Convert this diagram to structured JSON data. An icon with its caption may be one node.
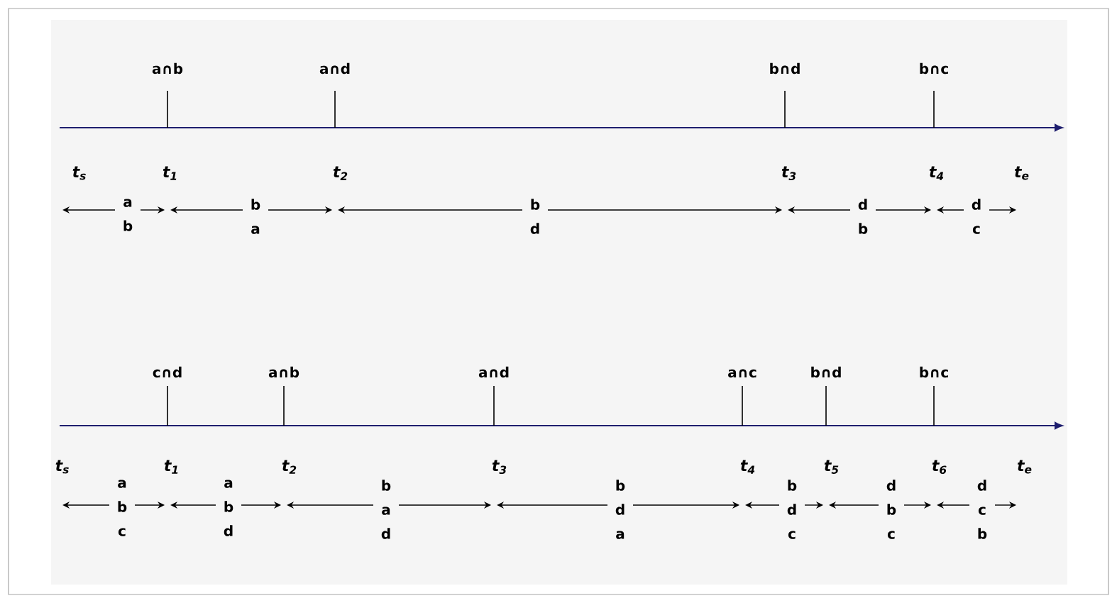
{
  "diagram": {
    "labels": [
      "a∩b",
      "a∩d",
      "b∩d",
      "b∩c",
      "t$_{s}$",
      "t$_{1}$",
      "t$_{2}$",
      "t$_{3}$",
      "t$_{4}$",
      "t$_{e}$",
      "a b",
      "b a",
      "b d",
      "d b",
      "d c",
      "c∩d",
      "a∩b",
      "a∩d",
      "a∩c",
      "b∩d",
      "b∩c",
      "t$_{s}$",
      "t$_{1}$",
      "t$_{2}$",
      "t$_{3}$",
      "t$_{4}$",
      "t$_{5}$",
      "t$_{6}$",
      "t$_{e}$",
      "a b c",
      "a b d",
      "b a d",
      "b d a",
      "b d c",
      "d b c",
      "d c b"
    ]
  }
}
